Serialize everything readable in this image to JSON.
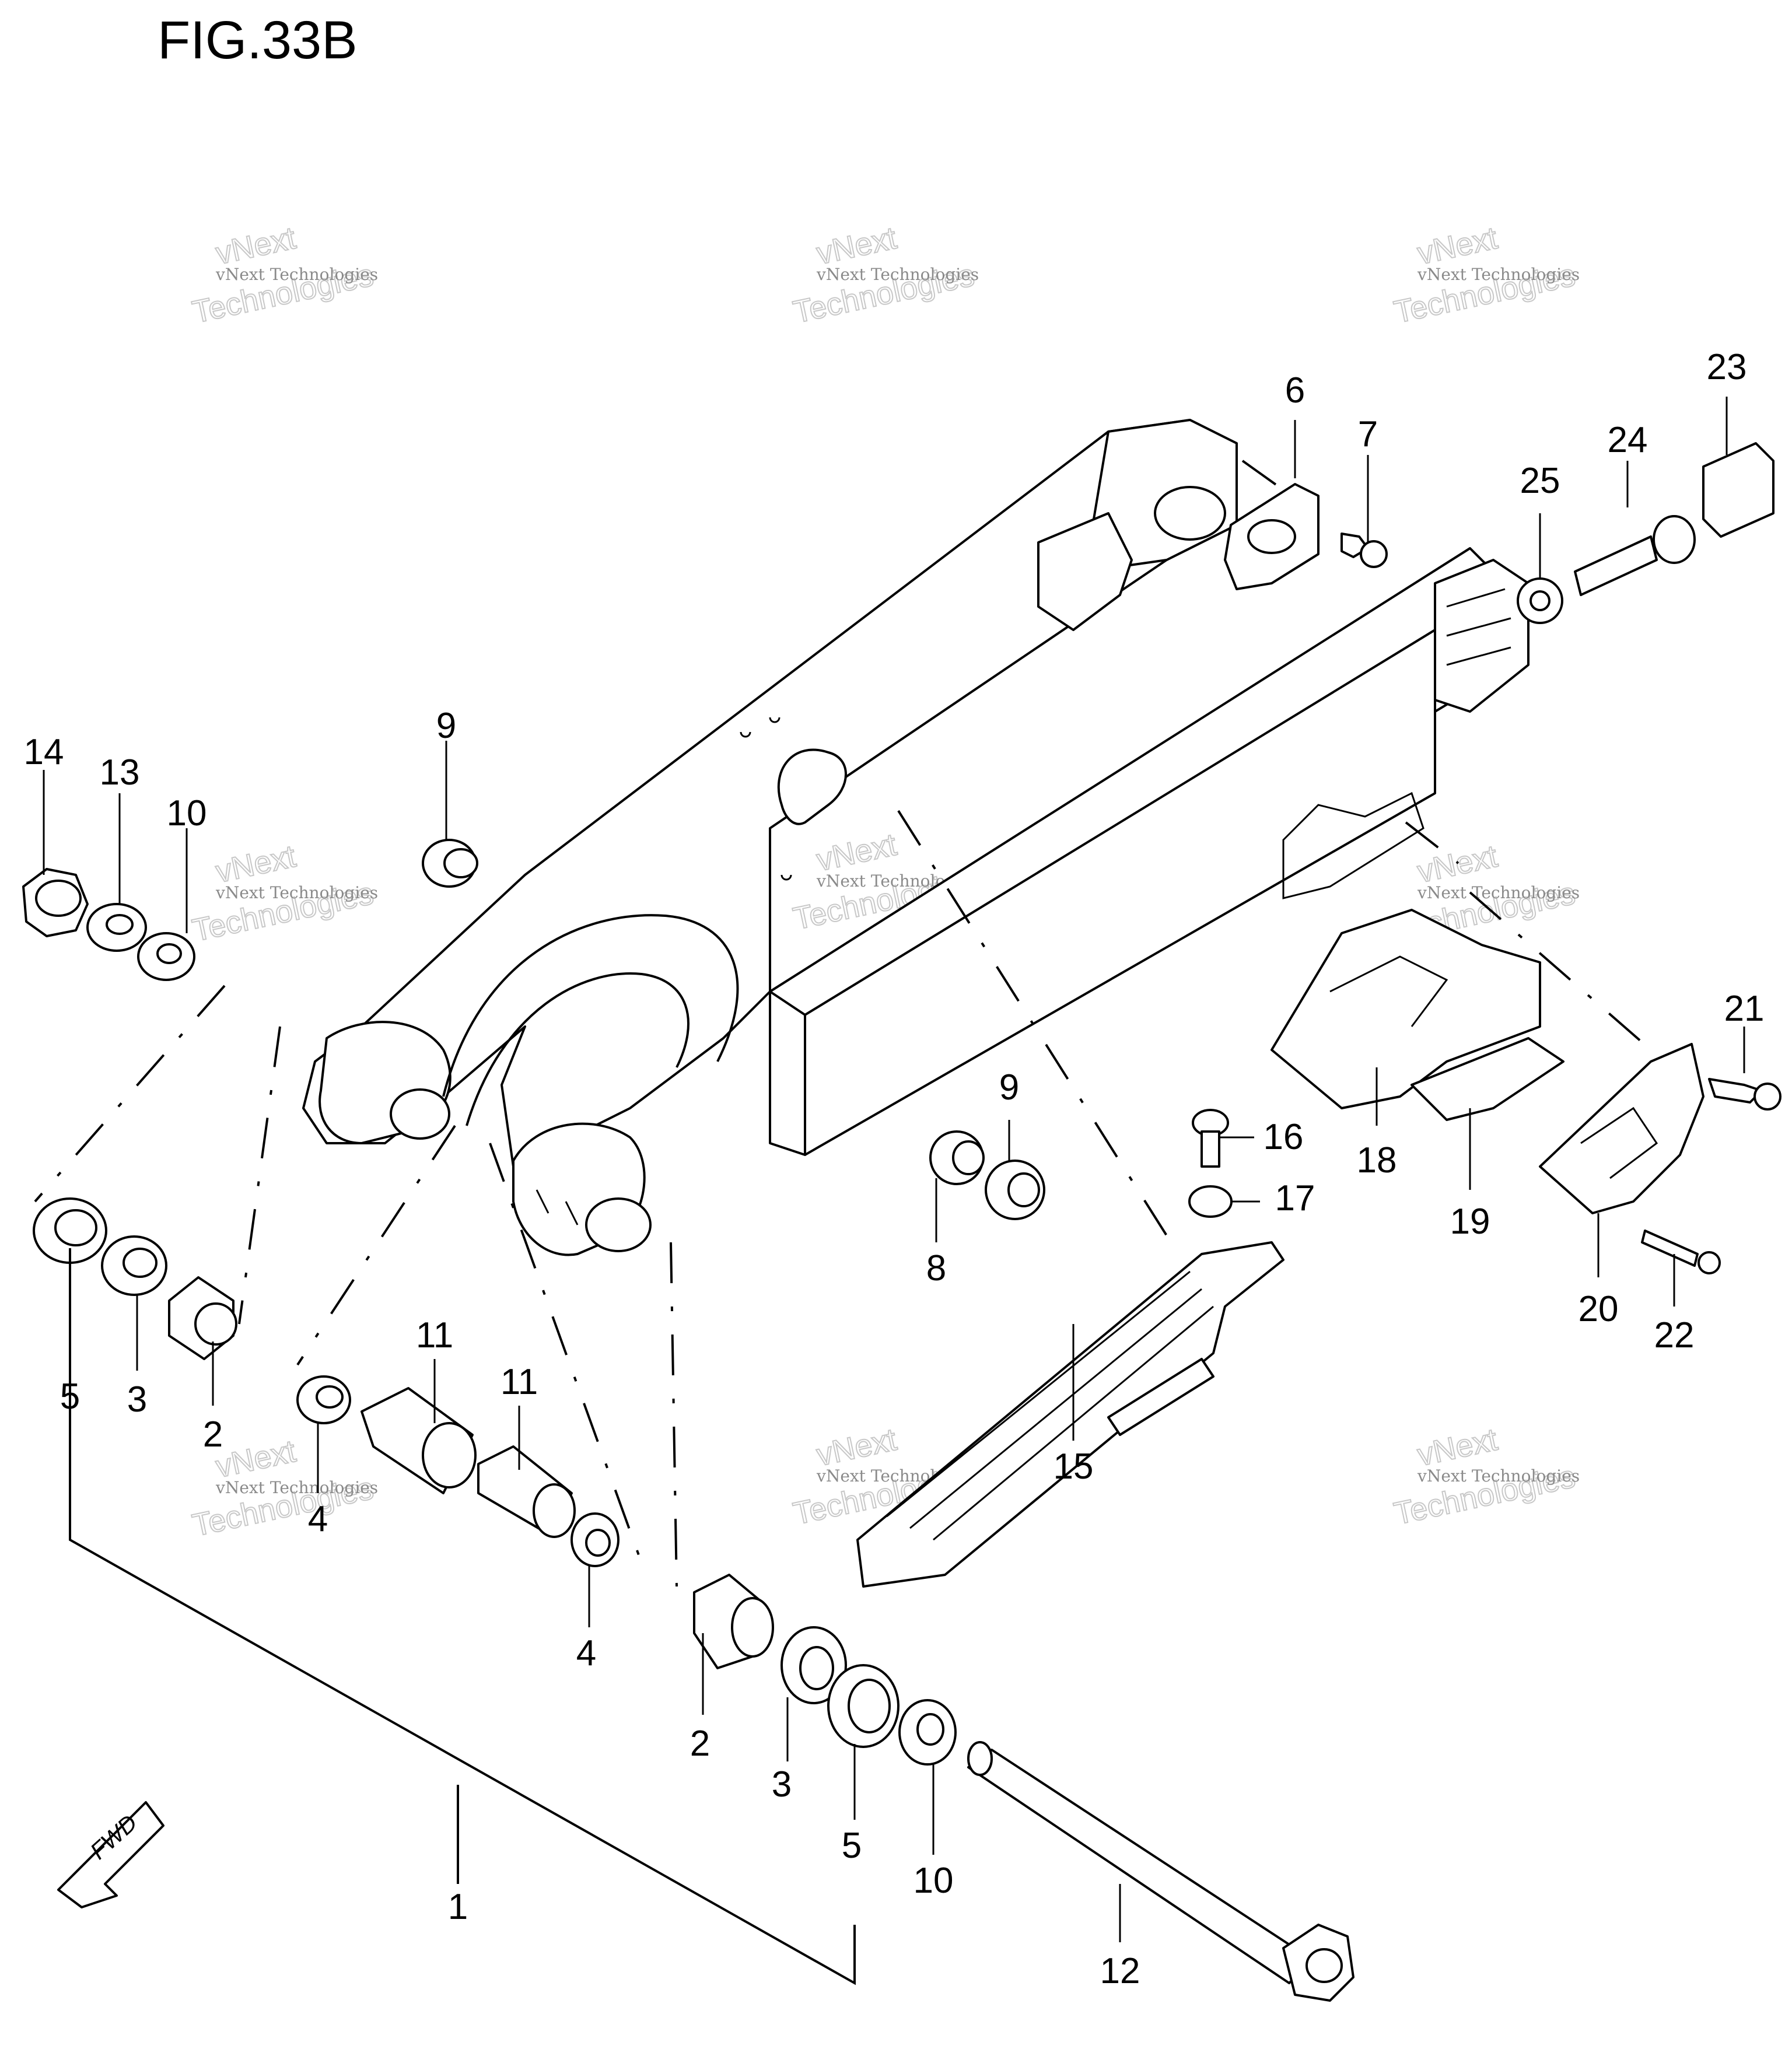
{
  "figure": {
    "title": "FIG.33B"
  },
  "fwd_label": "FWD",
  "watermark": {
    "line1": "vNext Technologies",
    "line2": "vNext",
    "line3": "Technologies"
  },
  "labels": {
    "p1": "1",
    "p2a": "2",
    "p2b": "2",
    "p3a": "3",
    "p3b": "3",
    "p4a": "4",
    "p4b": "4",
    "p5a": "5",
    "p5b": "5",
    "p6": "6",
    "p7": "7",
    "p8": "8",
    "p9a": "9",
    "p9b": "9",
    "p10a": "10",
    "p10b": "10",
    "p11a": "11",
    "p11b": "11",
    "p12": "12",
    "p13": "13",
    "p14": "14",
    "p15": "15",
    "p16": "16",
    "p17": "17",
    "p18": "18",
    "p19": "19",
    "p20": "20",
    "p21": "21",
    "p22": "22",
    "p23": "23",
    "p24": "24",
    "p25": "25"
  }
}
